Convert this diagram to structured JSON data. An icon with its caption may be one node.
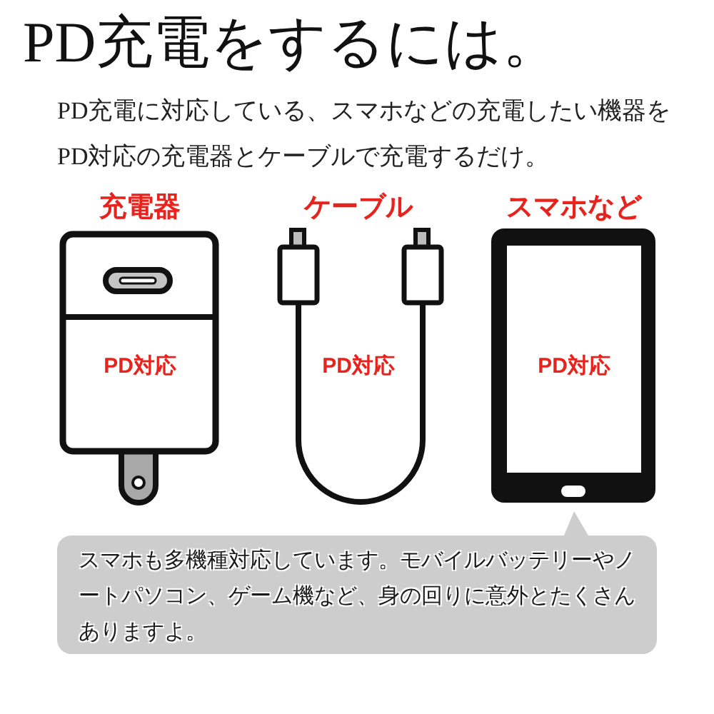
{
  "diagram": {
    "title": "PD充電をするには。",
    "nodes": [
      {
        "text": [
          "充電器",
          "PD対応"
        ]
      },
      {
        "text": [
          "ケーブル",
          "PD対応"
        ]
      },
      {
        "text": [
          "スマホなど",
          "PD対応"
        ]
      },
      {
        "text": [
          "スマホも多機種対応しています。モバイルバッテリーやノートパソコン、ゲーム機など、身の回りに意外とたくさんありますよ。"
        ]
      }
    ],
    "labels": [
      "PD充電に対応している、スマホなどの充電したい機器をPD対応の充電器とケーブルで充電するだけ。"
    ]
  }
}
